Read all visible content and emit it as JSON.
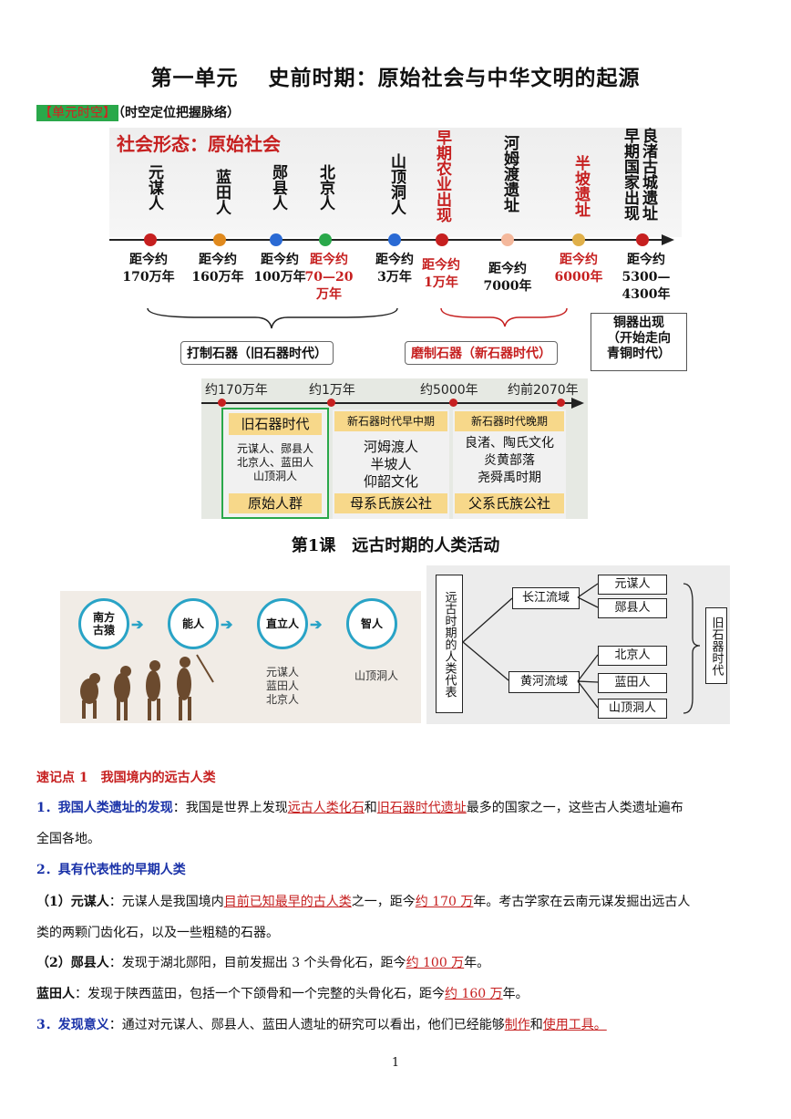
{
  "title": "第一单元　 史前时期：原始社会与中华文明的起源",
  "unit_tag": "【单元时空】",
  "unit_sub": "（时空定位把握脉络）",
  "timeline1": {
    "social_form": "社会形态：原始社会",
    "sites": [
      {
        "name": "元谋人",
        "dist": "距今约\n170万年",
        "color": "#c62020"
      },
      {
        "name": "蓝田人",
        "dist": "距今约\n160万年",
        "color": "#e08a1e"
      },
      {
        "name": "郧县人",
        "dist": "距今约\n100万年",
        "color": "#2a6ad4"
      },
      {
        "name": "北京人",
        "dist": "距今约\n70—20\n万年",
        "color": "#2aa84a"
      },
      {
        "name": "山顶洞人",
        "dist": "距今约\n3万年",
        "color": "#2a6ad4"
      },
      {
        "name": "早期农业出现",
        "dist": "距今约\n1万年",
        "color": "#c62020"
      },
      {
        "name": "河姆渡遗址",
        "dist": "距今约\n7000年",
        "color": "#f4b89c"
      },
      {
        "name": "半坡遗址",
        "dist": "距今约\n6000年",
        "color": "#e0b04a"
      },
      {
        "name": "良渚古城遗址",
        "dist": "距今约\n5300—\n4300年",
        "color": "#c62020"
      },
      {
        "name": "早期国家出现",
        "dist": "",
        "color": ""
      }
    ],
    "paleolithic": "打制石器（旧石器时代）",
    "neolithic": "磨制石器（新石器时代）",
    "bronze": "铜器出现\n（开始走向\n青铜时代）"
  },
  "timeline2": {
    "labels": [
      "约170万年",
      "约1万年",
      "约5000年",
      "约前2070年"
    ],
    "cols": [
      {
        "head": "旧石器时代",
        "body": "元谋人、郧县人\n北京人、蓝田人\n山顶洞人",
        "foot": "原始人群"
      },
      {
        "head": "新石器时代早中期",
        "body": "河姆渡人\n半坡人\n仰韶文化",
        "foot": "母系氏族公社"
      },
      {
        "head": "新石器时代晚期",
        "body": "良渚、陶氏文化\n炎黄部落\n尧舜禹时期",
        "foot": "父系氏族公社"
      }
    ]
  },
  "lesson": "第1课　远古时期的人类活动",
  "evolution": {
    "stages": [
      "南方古猿",
      "能人",
      "直立人",
      "智人"
    ],
    "zhili_list": "元谋人\n蓝田人\n北京人",
    "zhiren_list": "山顶洞人"
  },
  "tree": {
    "root": "远古时期的人类代表",
    "yangtze": "长江流域",
    "yellow": "黄河流域",
    "yangtze_items": [
      "元谋人",
      "郧县人"
    ],
    "yellow_items": [
      "北京人",
      "蓝田人",
      "山顶洞人"
    ],
    "era": "旧石器时代"
  },
  "content": {
    "kp1": "速记点 1　我国境内的远古人类",
    "s1_head": "1．我国人类遗址的发现",
    "s1_a": "：我国是世界上发现",
    "s1_u1": "远古人类化石",
    "s1_b": "和",
    "s1_u2": "旧石器时代遗址",
    "s1_c": "最多的国家之一，这些古人类遗址遍布",
    "s1_d": "全国各地。",
    "s2_head": "2．具有代表性的早期人类",
    "y_head": "（1）元谋人",
    "y_a": "：元谋人是我国境内",
    "y_u1": "目前已知最早的古人类",
    "y_b": "之一，距今",
    "y_u2": "约 170 万",
    "y_c": "年。考古学家在云南元谋发掘出远古人",
    "y_d": "类的两颗门齿化石，以及一些粗糙的石器。",
    "x_head": "（2）郧县人",
    "x_a": "：发现于湖北郧阳，目前发掘出 3 个头骨化石，距今",
    "x_u": "约 100 万",
    "x_b": "年。",
    "l_head": "蓝田人",
    "l_a": "：发现于陕西蓝田，包括一个下颌骨和一个完整的头骨化石，距今",
    "l_u": "约 160 万",
    "l_b": "年。",
    "s3_head": "3．发现意义",
    "s3_a": "：通过对元谋人、郧县人、蓝田人遗址的研究可以看出，他们已经能够",
    "s3_u1": "制作",
    "s3_b": "和",
    "s3_u2": "使用工具。"
  },
  "page_number": "1"
}
